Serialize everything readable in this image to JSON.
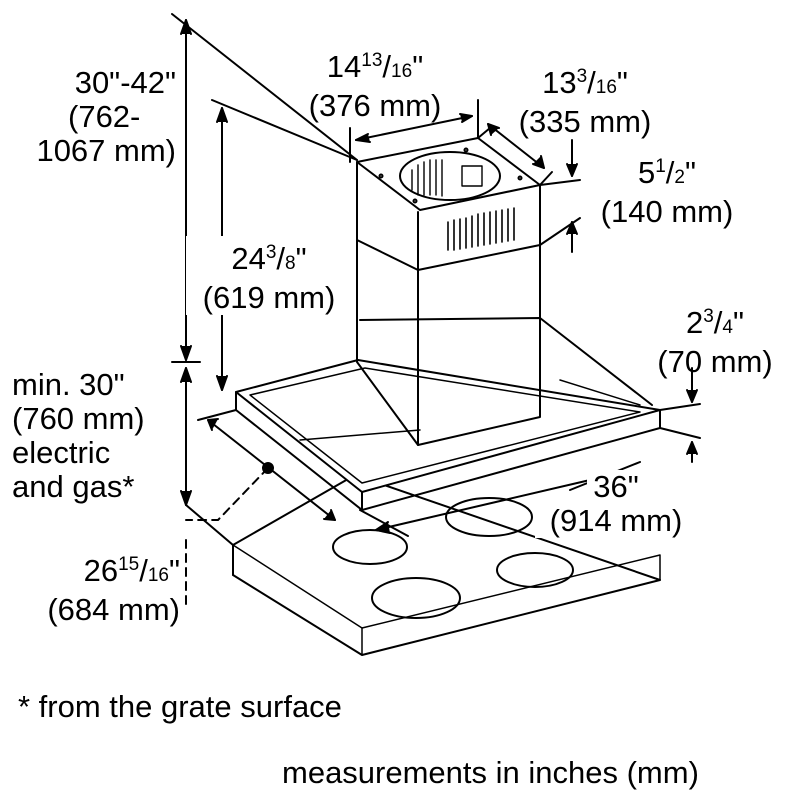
{
  "dimensions": {
    "duct_width": {
      "whole": "14",
      "num": "13",
      "den": "16",
      "mm": "(376 mm)"
    },
    "duct_depth": {
      "whole": "13",
      "num": "3",
      "den": "16",
      "mm": "(335 mm)"
    },
    "vent_height": {
      "whole": "5",
      "num": "1",
      "den": "2",
      "mm": "(140 mm)"
    },
    "chimney_height": {
      "whole": "24",
      "num": "3",
      "den": "8",
      "mm": "(619 mm)"
    },
    "canopy_height": {
      "whole": "2",
      "num": "3",
      "den": "4",
      "mm": "(70 mm)"
    },
    "hood_width": {
      "text": "36\"",
      "mm": "(914 mm)"
    },
    "hood_depth": {
      "whole": "26",
      "num": "15",
      "den": "16",
      "mm": "(684 mm)"
    },
    "ceiling_range": {
      "line1": "30\"-42\"",
      "line2": "(762-",
      "line3": "1067 mm)"
    },
    "min_clearance": {
      "line1": "min. 30\"",
      "line2": "(760 mm)",
      "line3": "electric",
      "line4": "and gas*"
    }
  },
  "footnote": "* from the grate surface",
  "units_note": "measurements in inches (mm)"
}
